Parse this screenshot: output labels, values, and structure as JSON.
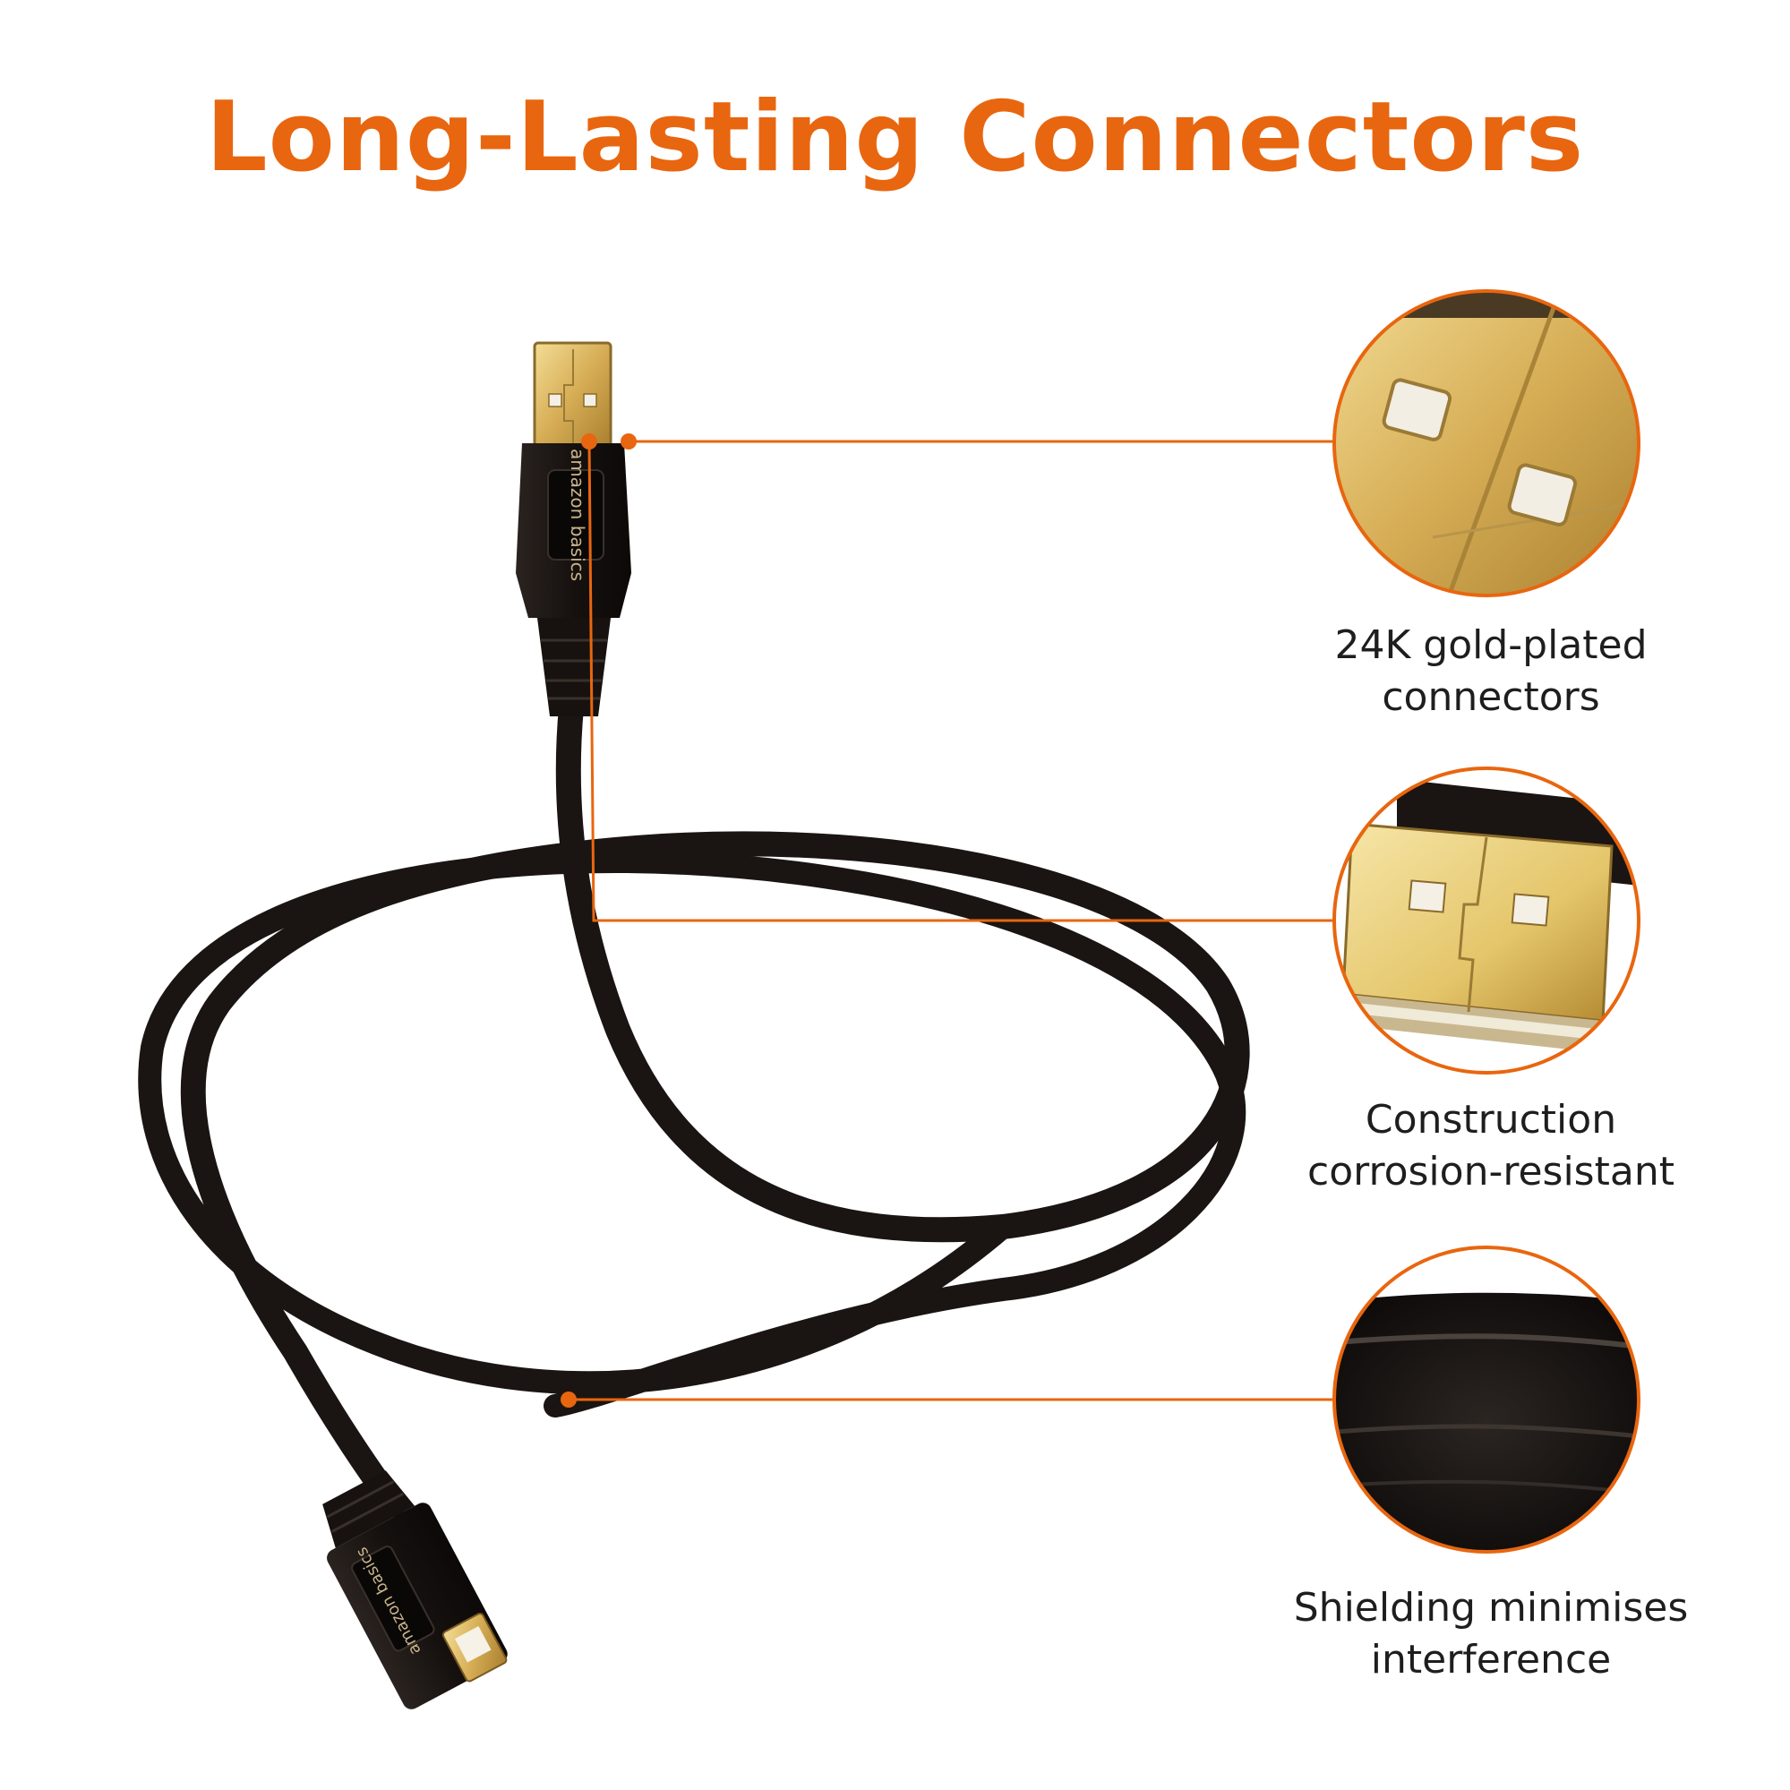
{
  "header": {
    "title": "Long-Lasting Connectors"
  },
  "colors": {
    "accent": "#e8660f",
    "cable": "#1a1512",
    "gold": "#d9b45a",
    "text": "#1e1e1e"
  },
  "branding": {
    "logo_top": "amazon basics",
    "logo_bottom": "amazon basics"
  },
  "callouts": [
    {
      "icon": "gold-plated-contacts-closeup",
      "caption_line1": "24K gold-plated",
      "caption_line2": "connectors"
    },
    {
      "icon": "usb-plug-closeup",
      "caption_line1": "Construction",
      "caption_line2": "corrosion-resistant"
    },
    {
      "icon": "cable-shielding-closeup",
      "caption_line1": "Shielding minimises",
      "caption_line2": "interference"
    }
  ]
}
